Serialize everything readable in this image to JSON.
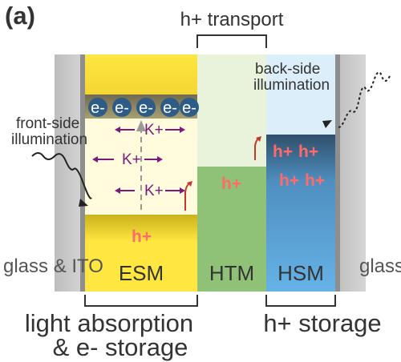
{
  "panel_label": "(a)",
  "top_label": "h+ transport",
  "front_illumination": [
    "front-side",
    "illumination"
  ],
  "back_illumination": [
    "back-side",
    "illumination"
  ],
  "layers": {
    "glass_left": "glass & ITO",
    "esm": "ESM",
    "htm": "HTM",
    "hsm": "HSM",
    "glass_right": "glass & ITO"
  },
  "electron_label": "e-",
  "hole_label": "h+",
  "potassium_label": "K+",
  "bottom_left_label": [
    "light absorption",
    "& e- storage"
  ],
  "bottom_right_label": "h+ storage",
  "colors": {
    "esm_yellow": "#ffe640",
    "esm_pale": "#fffbdc",
    "htm_green": "#8fc276",
    "hsm_blue": "#5aa7dd",
    "glass_gray": "#c8c8c8",
    "hole_red": "#ff6b6b",
    "ion_purple": "#7a1a7a"
  }
}
